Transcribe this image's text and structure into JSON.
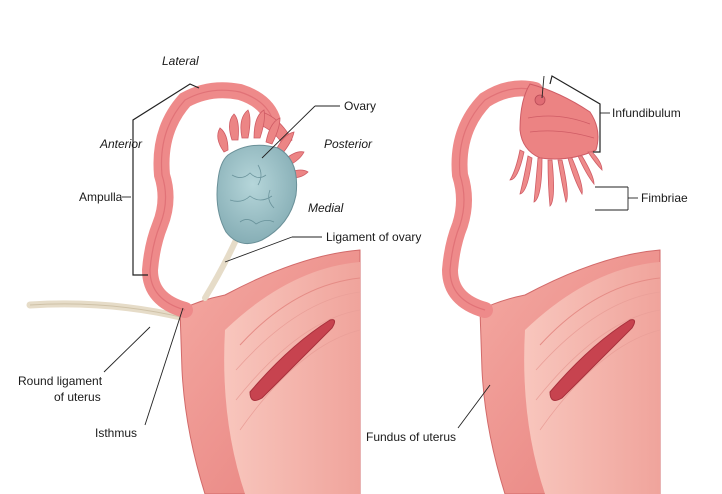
{
  "labels": {
    "lateral": "Lateral",
    "anterior": "Anterior",
    "posterior": "Posterior",
    "medial": "Medial",
    "ovary": "Ovary",
    "ampulla": "Ampulla",
    "ligament_of_ovary": "Ligament of ovary",
    "round_ligament_line1": "Round ligament",
    "round_ligament_line2": "of uterus",
    "isthmus": "Isthmus",
    "infundibulum": "Infundibulum",
    "fimbriae": "Fimbriae",
    "fundus_of_uterus": "Fundus of uterus"
  },
  "colors": {
    "tube": "#ee8a8a",
    "tube_dark": "#d9636a",
    "uterus": "#f19a94",
    "uterus_inner": "#f7b8b0",
    "cavity": "#c9404e",
    "ovary": "#9fc3c9",
    "ovary_dark": "#6f9aa3",
    "ligament": "#e9e0cf",
    "line": "#222222"
  }
}
